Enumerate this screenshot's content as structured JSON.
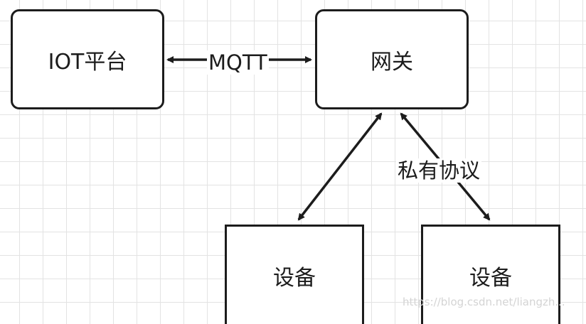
{
  "nodes": {
    "iot_platform": "IOT平台",
    "gateway": "网关",
    "device_1": "设备",
    "device_2": "设备"
  },
  "edges": {
    "platform_gateway": "MQTT",
    "gateway_device": "私有协议"
  },
  "watermark": "https://blog.csdn.net/liangzh...",
  "colors": {
    "stroke": "#1c1c1c",
    "grid": "#e3e3e3",
    "background": "#ffffff"
  }
}
